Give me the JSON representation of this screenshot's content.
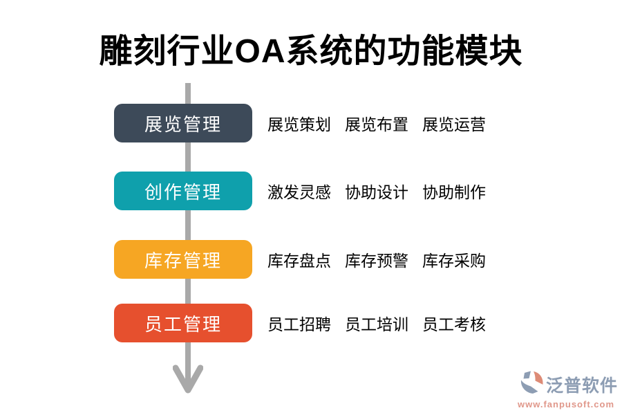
{
  "title": "雕刻行业OA系统的功能模块",
  "title_color": "#000000",
  "modules": [
    {
      "label": "展览管理",
      "color": "#3d4a59",
      "items": [
        "展览策划",
        "展览布置",
        "展览运营"
      ]
    },
    {
      "label": "创作管理",
      "color": "#0fa0ac",
      "items": [
        "激发灵感",
        "协助设计",
        "协助制作"
      ]
    },
    {
      "label": "库存管理",
      "color": "#f6a623",
      "items": [
        "库存盘点",
        "库存预警",
        "库存采购"
      ]
    },
    {
      "label": "员工管理",
      "color": "#e6502e",
      "items": [
        "员工招聘",
        "员工培训",
        "员工考核"
      ]
    }
  ],
  "flow_arrow": {
    "direction": "down",
    "color": "#a9a9a9"
  },
  "watermark": {
    "brand": "泛普软件",
    "url": "www.fanpusoft.com",
    "brand_color": "#8d9db3",
    "url_color": "#e0978a",
    "icon_blue": "#8d9db3",
    "icon_salmon": "#dd8b76"
  }
}
